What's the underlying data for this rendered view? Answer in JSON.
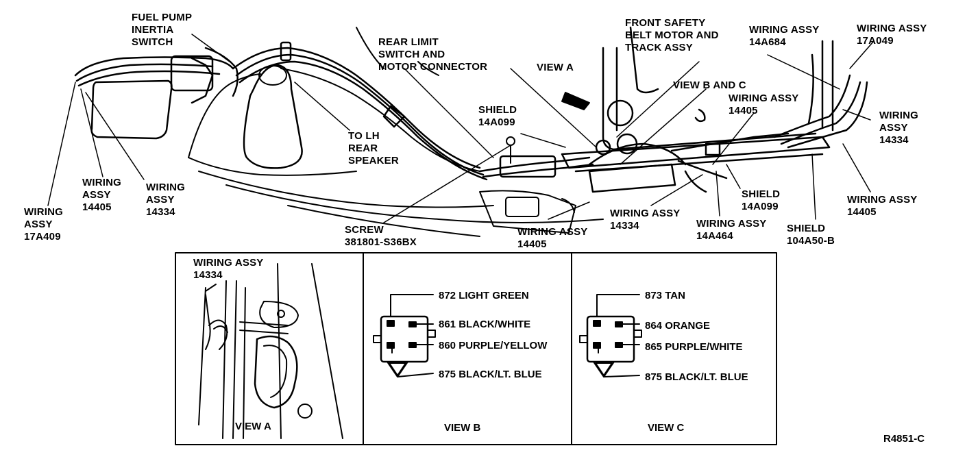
{
  "figure_id": "R4851-C",
  "callouts": {
    "fuel_pump_1": "FUEL PUMP",
    "fuel_pump_2": "INERTIA",
    "fuel_pump_3": "SWITCH",
    "rear_limit_1": "REAR LIMIT",
    "rear_limit_2": "SWITCH AND",
    "rear_limit_3": "MOTOR CONNECTOR",
    "view_a": "VIEW A",
    "front_belt_1": "FRONT SAFETY",
    "front_belt_2": "BELT MOTOR AND",
    "front_belt_3": "TRACK ASSY",
    "view_bc": "VIEW B AND C",
    "wa_14a684_1": "WIRING ASSY",
    "wa_14a684_2": "14A684",
    "wa_17a049_1": "WIRING ASSY",
    "wa_17a049_2": "17A049",
    "wa_14405_top_1": "WIRING ASSY",
    "wa_14405_top_2": "14405",
    "wa_14334_right_1": "WIRING",
    "wa_14334_right_2": "ASSY",
    "wa_14334_right_3": "14334",
    "shield_14a099_top_1": "SHIELD",
    "shield_14a099_top_2": "14A099",
    "lh_speaker_1": "TO LH",
    "lh_speaker_2": "REAR",
    "lh_speaker_3": "SPEAKER",
    "wa_14405_left_1": "WIRING",
    "wa_14405_left_2": "ASSY",
    "wa_14405_left_3": "14405",
    "wa_14334_left_1": "WIRING",
    "wa_14334_left_2": "ASSY",
    "wa_14334_left_3": "14334",
    "wa_17a409_1": "WIRING",
    "wa_17a409_2": "ASSY",
    "wa_17a409_3": "17A409",
    "screw_1": "SCREW",
    "screw_2": "381801-S36BX",
    "wa_14405_bottom_1": "WIRING ASSY",
    "wa_14405_bottom_2": "14405",
    "wa_14334_mid_1": "WIRING ASSY",
    "wa_14334_mid_2": "14334",
    "shield_14a099_mid_1": "SHIELD",
    "shield_14a099_mid_2": "14A099",
    "wa_14a464_1": "WIRING ASSY",
    "wa_14a464_2": "14A464",
    "wa_14405_right_1": "WIRING ASSY",
    "wa_14405_right_2": "14405",
    "shield_104a50_1": "SHIELD",
    "shield_104a50_2": "104A50-B"
  },
  "view_a_panel": {
    "label_1": "WIRING ASSY",
    "label_2": "14334",
    "title": "VIEW A"
  },
  "view_b_panel": {
    "title": "VIEW B",
    "wires": [
      "872 LIGHT GREEN",
      "861 BLACK/WHITE",
      "860 PURPLE/YELLOW",
      "875 BLACK/LT. BLUE"
    ]
  },
  "view_c_panel": {
    "title": "VIEW C",
    "wires": [
      "873 TAN",
      "864 ORANGE",
      "865 PURPLE/WHITE",
      "875 BLACK/LT. BLUE"
    ]
  }
}
